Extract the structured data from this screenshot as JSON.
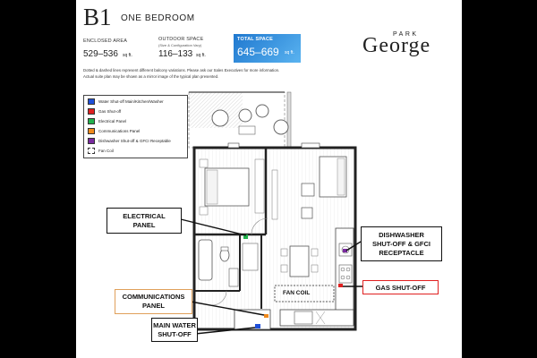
{
  "header": {
    "unit_code": "B1",
    "unit_type": "ONE BEDROOM",
    "enclosed_area_label": "ENCLOSED AREA",
    "enclosed_area_value": "529–536",
    "enclosed_area_unit": "sq ft.",
    "outdoor_space_label": "OUTDOOR SPACE",
    "outdoor_space_note": "(Size & Configuration Vary)",
    "outdoor_space_value": "116–133",
    "outdoor_space_unit": "sq ft.",
    "total_space_label": "TOTAL SPACE",
    "total_space_value": "645–669",
    "total_space_unit": "sq ft."
  },
  "brand": {
    "park": "PARK",
    "george": "George"
  },
  "notes": {
    "line1": "Dotted & dashed lines represent different balcony variations. Please ask our Sales Executives for more information.",
    "line2": "Actual suite plan may be shown as a mirror image of the typical plan presented."
  },
  "legend": {
    "items": [
      {
        "label": "Water Shut-off Main/Kitchen/Washer",
        "color": "#1f4fd8",
        "icon": "blue-square"
      },
      {
        "label": "Gas Shut-off",
        "color": "#e02020",
        "icon": "red-square"
      },
      {
        "label": "Electrical Panel",
        "color": "#22b24c",
        "icon": "green-square"
      },
      {
        "label": "Communications Panel",
        "color": "#f08a1c",
        "icon": "orange-square"
      },
      {
        "label": "Dishwasher Shut-off & GFCI Receptable",
        "color": "#7a2aa0",
        "icon": "purple-square"
      },
      {
        "label": "Fan Coil",
        "color": "#ffffff",
        "icon": "dashed-square"
      }
    ]
  },
  "callouts": {
    "electrical_panel": [
      "ELECTRICAL",
      "PANEL"
    ],
    "communications_panel": [
      "COMMUNICATIONS",
      "PANEL"
    ],
    "main_water": [
      "MAIN WATER",
      "SHUT-OFF"
    ],
    "dishwasher": [
      "DISHWASHER",
      "SHUT-OFF & GFCI",
      "RECEPTACLE"
    ],
    "gas": "GAS SHUT-OFF",
    "fan_coil": "FAN COIL"
  }
}
